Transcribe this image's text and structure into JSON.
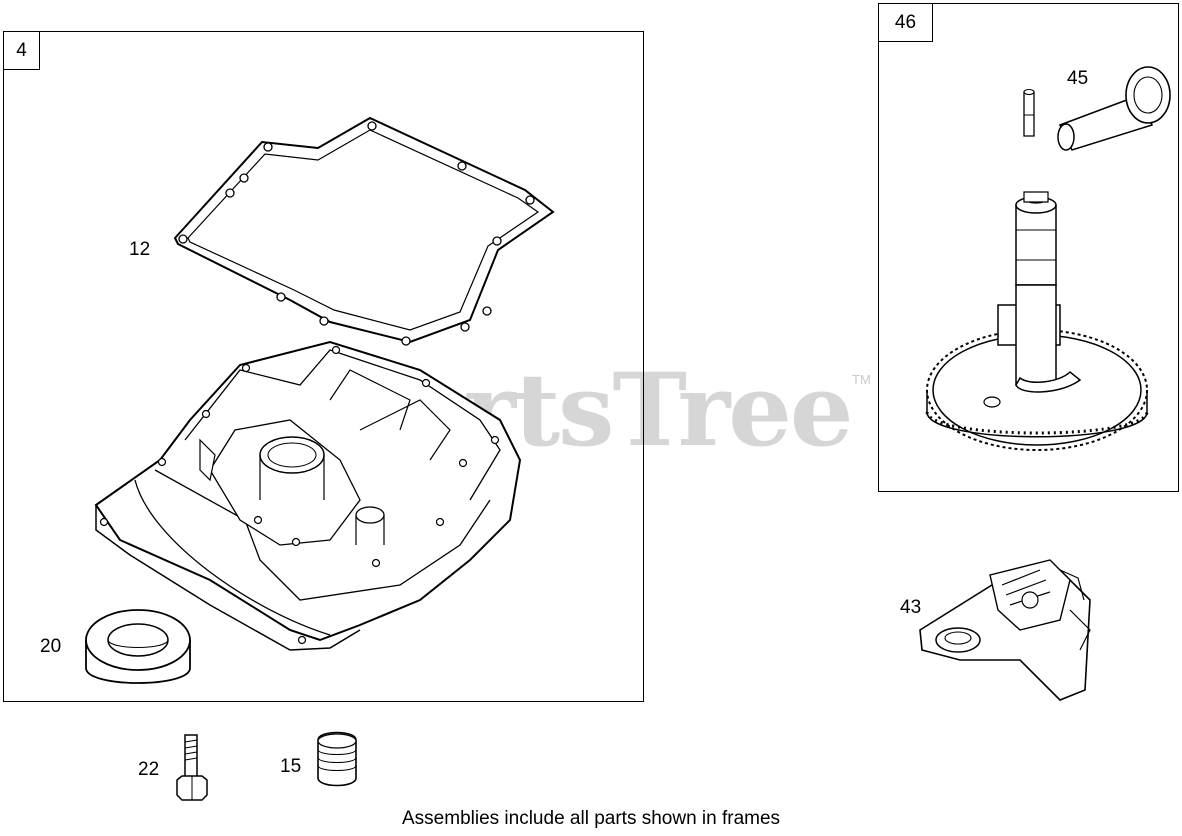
{
  "frames": {
    "left_label": "4",
    "right_label": "46"
  },
  "callouts": {
    "gasket": "12",
    "seal": "20",
    "bolt": "22",
    "plug": "15",
    "pin": "45",
    "governor": "43"
  },
  "watermark": {
    "text": "PartsTree",
    "trademark": "TM"
  },
  "footnote": "Assemblies include all parts shown in frames"
}
